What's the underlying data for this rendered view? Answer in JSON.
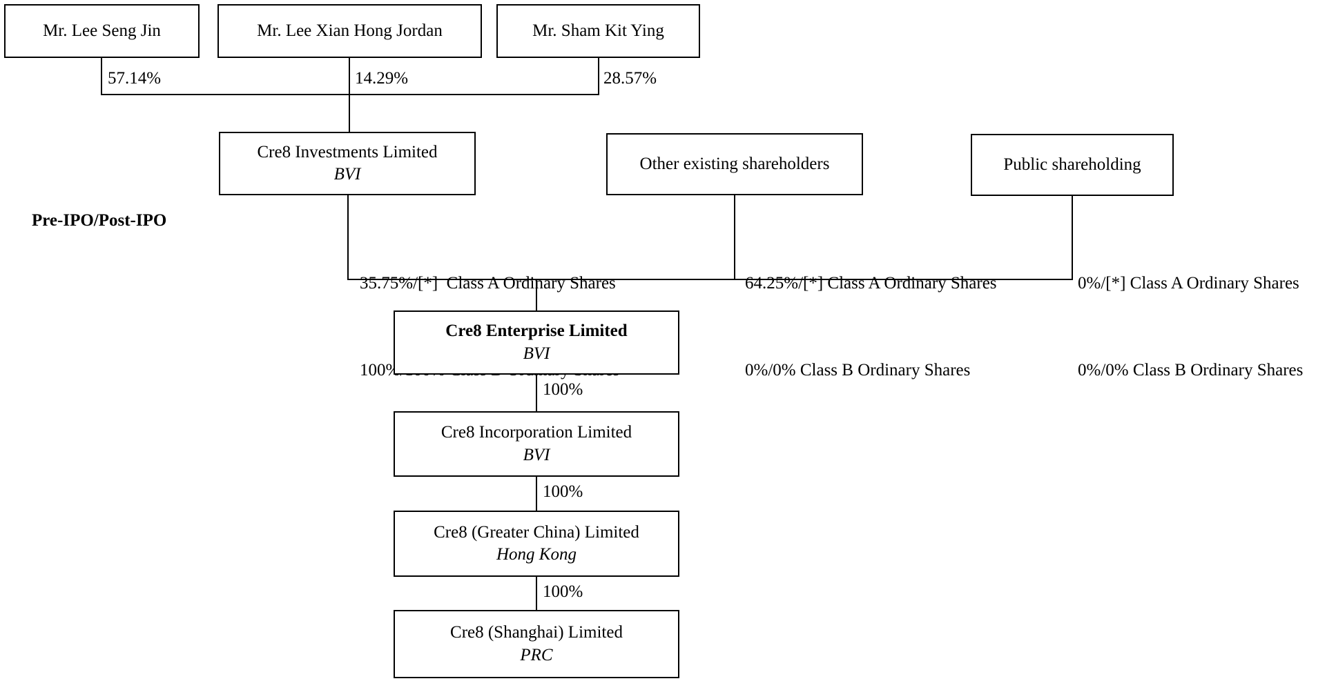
{
  "diagram": {
    "section_label": "Pre-IPO/Post-IPO",
    "founders": [
      {
        "name": "Mr. Lee Seng Jin",
        "stake": "57.14%"
      },
      {
        "name": "Mr. Lee Xian Hong Jordan",
        "stake": "14.29%"
      },
      {
        "name": "Mr. Sham Kit Ying",
        "stake": "28.57%"
      }
    ],
    "shareholder_groups": [
      {
        "name": "Cre8 Investments Limited",
        "jurisdiction": "BVI",
        "class_a": "35.75%/[*]  Class A Ordinary Shares",
        "class_b": "100%/100% Class B Ordinary Shares"
      },
      {
        "name": "Other existing shareholders",
        "class_a": "64.25%/[*] Class A Ordinary Shares",
        "class_b": "0%/0% Class B Ordinary Shares"
      },
      {
        "name": "Public shareholding",
        "class_a": "0%/[*] Class A Ordinary Shares",
        "class_b": "0%/0% Class B Ordinary Shares"
      }
    ],
    "company": {
      "name": "Cre8 Enterprise Limited",
      "jurisdiction": "BVI"
    },
    "subsidiaries": [
      {
        "name": "Cre8 Incorporation Limited",
        "jurisdiction": "BVI",
        "ownership": "100%"
      },
      {
        "name": "Cre8 (Greater China) Limited",
        "jurisdiction": "Hong Kong",
        "ownership": "100%"
      },
      {
        "name": "Cre8 (Shanghai) Limited",
        "jurisdiction": "PRC",
        "ownership": "100%"
      }
    ]
  }
}
